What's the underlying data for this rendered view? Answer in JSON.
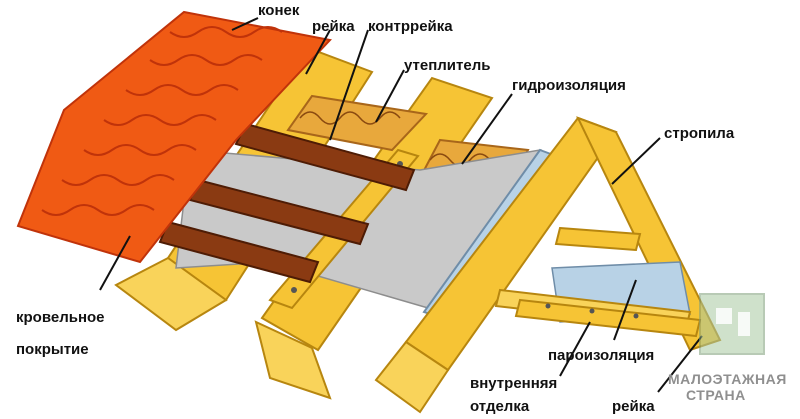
{
  "labels": {
    "konek": "конек",
    "reika_top": "рейка",
    "kontrreika": "контррейка",
    "uteplitel": "утеплитель",
    "gidroizolyaciya": "гидроизоляция",
    "stropila": "стропила",
    "krovelnoe_1": "кровельное",
    "krovelnoe_2": "покрытие",
    "paroizolyaciya": "пароизоляция",
    "vnutrennyaya_1": "внутренняя",
    "vnutrennyaya_2": "отделка",
    "reika_bottom": "рейка"
  },
  "watermark": {
    "line1": "МАЛОЭТАЖНАЯ",
    "line2": "СТРАНА"
  },
  "colors": {
    "wood": "#f6c435",
    "wood_edge": "#b7860f",
    "tile": "#f05a14",
    "tile_edge": "#c0330a",
    "batten": "#8a3a12",
    "membrane": "#c9c9c9",
    "insulation": "#e8a83c",
    "vapor": "#b8d2e6"
  }
}
